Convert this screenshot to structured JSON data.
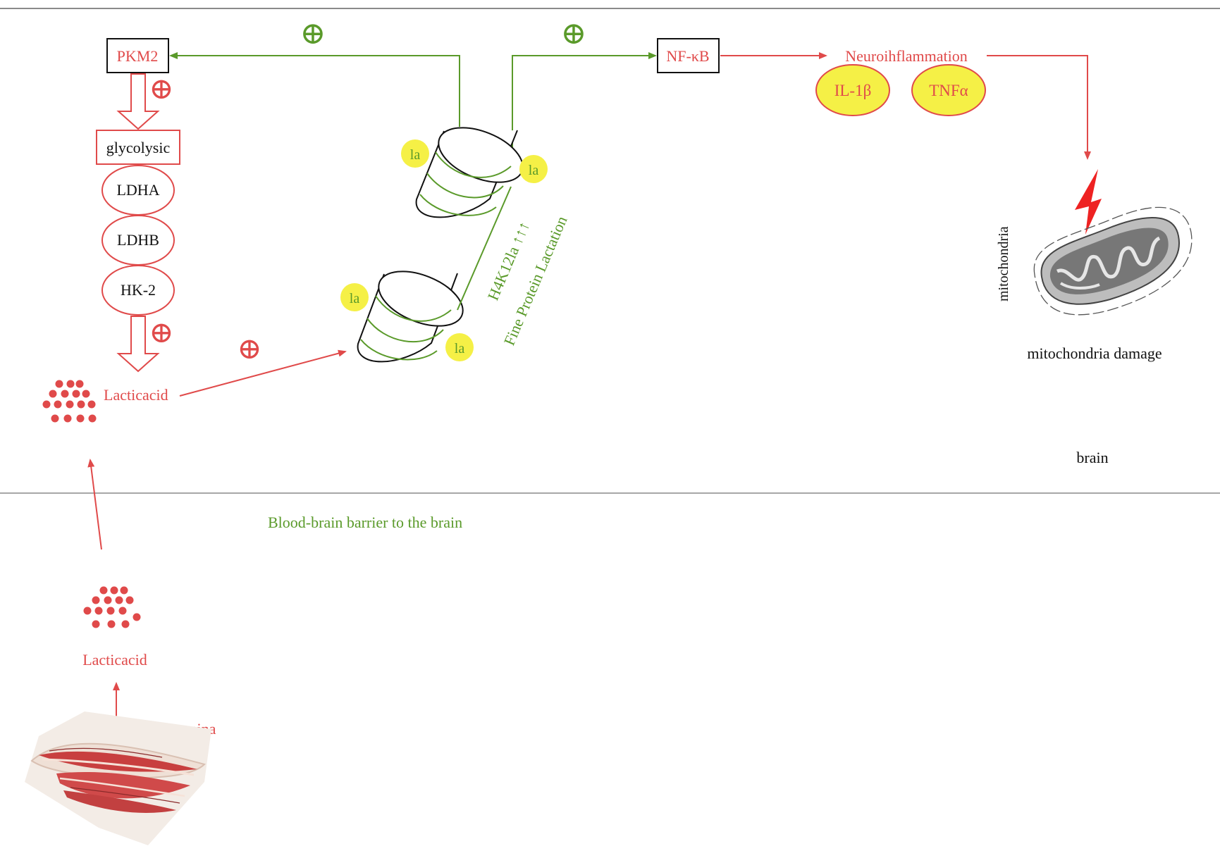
{
  "labels": {
    "pkm2": "PKM2",
    "glycolysis": "glycolysic",
    "ldha": "LDHA",
    "ldhb": "LDHB",
    "hk2": "HK-2",
    "lactic_brain": "Lacticacid",
    "lactic_muscle": "Lacticacid",
    "stamina": "stamina",
    "bbb": "Blood-brain barrier to the brain",
    "nfkb": "NF-κB",
    "neuroinflammation": "Neuroihflammation",
    "il1b": "IL-1β",
    "tnfa": "TNFα",
    "h4k12la": "H4K12la ↑↑↑",
    "fine_protein": "Fine Protein Lactation",
    "la": "la",
    "mito_vertical": "mitochondria",
    "mito_damage": "mitochondria damage",
    "brain": "brain",
    "plus": "⊕"
  },
  "colors": {
    "red": "#e04a4a",
    "green": "#5a9a2a",
    "yellow": "#f5f046",
    "black": "#111111",
    "gray": "#8a8a8a",
    "bolt": "#ee2222"
  }
}
